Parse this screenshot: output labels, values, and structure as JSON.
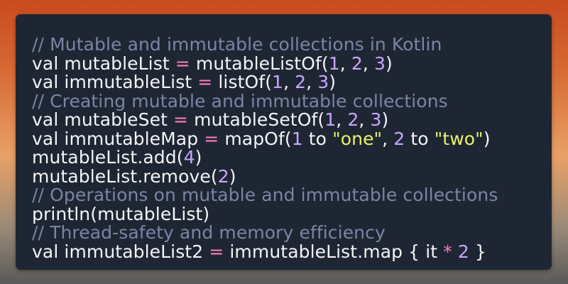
{
  "colors": {
    "background_top": "#c94a1f",
    "card": "#1f2633",
    "text": "#f4f4f6",
    "comment": "#7c84a6",
    "operator": "#ff7ec0",
    "number": "#c8a6ff",
    "string": "#e8f26a"
  },
  "code": {
    "lines": [
      [
        {
          "t": "// Mutable and immutable collections in Kotlin",
          "k": "comment"
        }
      ],
      [
        {
          "t": "val mutableList ",
          "k": "plain"
        },
        {
          "t": "=",
          "k": "op"
        },
        {
          "t": " mutableListOf(",
          "k": "plain"
        },
        {
          "t": "1",
          "k": "num"
        },
        {
          "t": ", ",
          "k": "plain"
        },
        {
          "t": "2",
          "k": "num"
        },
        {
          "t": ", ",
          "k": "plain"
        },
        {
          "t": "3",
          "k": "num"
        },
        {
          "t": ")",
          "k": "plain"
        }
      ],
      [
        {
          "t": "val immutableList ",
          "k": "plain"
        },
        {
          "t": "=",
          "k": "op"
        },
        {
          "t": " listOf(",
          "k": "plain"
        },
        {
          "t": "1",
          "k": "num"
        },
        {
          "t": ", ",
          "k": "plain"
        },
        {
          "t": "2",
          "k": "num"
        },
        {
          "t": ", ",
          "k": "plain"
        },
        {
          "t": "3",
          "k": "num"
        },
        {
          "t": ")",
          "k": "plain"
        }
      ],
      [
        {
          "t": "// Creating mutable and immutable collections",
          "k": "comment"
        }
      ],
      [
        {
          "t": "val mutableSet ",
          "k": "plain"
        },
        {
          "t": "=",
          "k": "op"
        },
        {
          "t": " mutableSetOf(",
          "k": "plain"
        },
        {
          "t": "1",
          "k": "num"
        },
        {
          "t": ", ",
          "k": "plain"
        },
        {
          "t": "2",
          "k": "num"
        },
        {
          "t": ", ",
          "k": "plain"
        },
        {
          "t": "3",
          "k": "num"
        },
        {
          "t": ")",
          "k": "plain"
        }
      ],
      [
        {
          "t": "val immutableMap ",
          "k": "plain"
        },
        {
          "t": "=",
          "k": "op"
        },
        {
          "t": " mapOf(",
          "k": "plain"
        },
        {
          "t": "1",
          "k": "num"
        },
        {
          "t": " to ",
          "k": "plain"
        },
        {
          "t": "\"one\"",
          "k": "str"
        },
        {
          "t": ", ",
          "k": "plain"
        },
        {
          "t": "2",
          "k": "num"
        },
        {
          "t": " to ",
          "k": "plain"
        },
        {
          "t": "\"two\"",
          "k": "str"
        },
        {
          "t": ")",
          "k": "plain"
        }
      ],
      [
        {
          "t": "mutableList.add(",
          "k": "plain"
        },
        {
          "t": "4",
          "k": "num"
        },
        {
          "t": ")",
          "k": "plain"
        }
      ],
      [
        {
          "t": "mutableList.remove(",
          "k": "plain"
        },
        {
          "t": "2",
          "k": "num"
        },
        {
          "t": ")",
          "k": "plain"
        }
      ],
      [
        {
          "t": "// Operations on mutable and immutable collections",
          "k": "comment"
        }
      ],
      [
        {
          "t": "println(mutableList)",
          "k": "plain"
        }
      ],
      [
        {
          "t": "// Thread-safety and memory efficiency",
          "k": "comment"
        }
      ],
      [
        {
          "t": "val immutableList2 ",
          "k": "plain"
        },
        {
          "t": "=",
          "k": "op"
        },
        {
          "t": " immutableList.map { it ",
          "k": "plain"
        },
        {
          "t": "*",
          "k": "op"
        },
        {
          "t": " ",
          "k": "plain"
        },
        {
          "t": "2",
          "k": "num"
        },
        {
          "t": " }",
          "k": "plain"
        }
      ]
    ]
  }
}
